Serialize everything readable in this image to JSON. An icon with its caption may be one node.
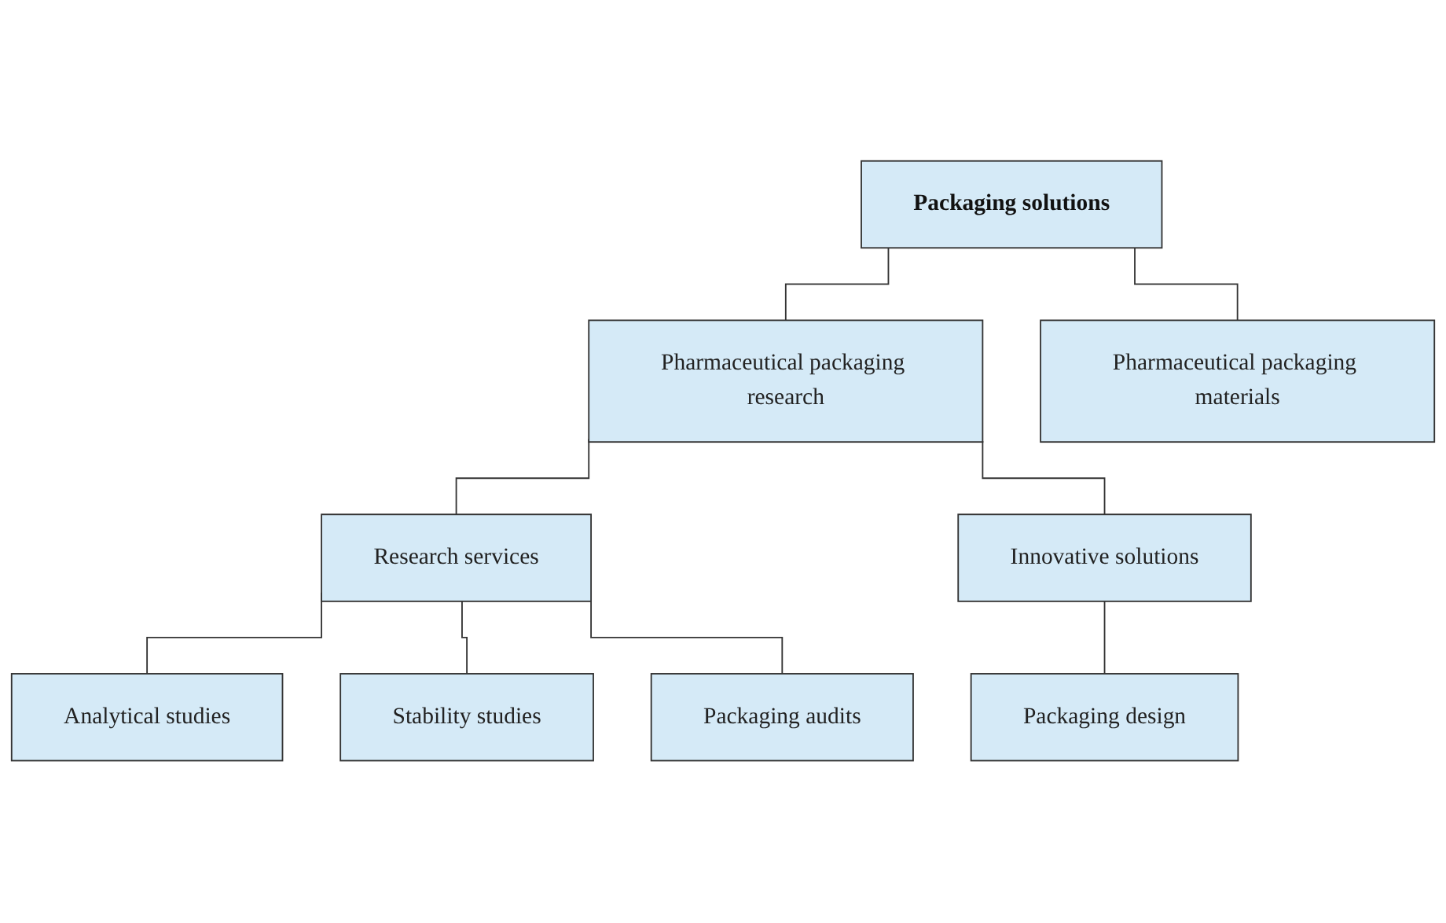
{
  "diagram": {
    "nodes": [
      {
        "text": [
          "Packaging solutions"
        ]
      },
      {
        "text": [
          "Pharmaceutical packaging research"
        ]
      },
      {
        "text": [
          "Pharmaceutical packaging materials"
        ]
      },
      {
        "text": [
          "Research services"
        ]
      },
      {
        "text": [
          "Innovative solutions"
        ]
      },
      {
        "text": [
          "Analytical studies"
        ]
      },
      {
        "text": [
          "Stability studies"
        ]
      },
      {
        "text": [
          "Packaging audits"
        ]
      },
      {
        "text": [
          "Packaging design"
        ]
      }
    ],
    "edges": [
      {
        "from": 0,
        "to": 1,
        "arrow": "none"
      },
      {
        "from": 0,
        "to": 2,
        "arrow": "none"
      },
      {
        "from": 1,
        "to": 3,
        "arrow": "none"
      },
      {
        "from": 1,
        "to": 4,
        "arrow": "none"
      },
      {
        "from": 3,
        "to": 5,
        "arrow": "none"
      },
      {
        "from": 3,
        "to": 6,
        "arrow": "none"
      },
      {
        "from": 3,
        "to": 7,
        "arrow": "none"
      },
      {
        "from": 4,
        "to": 8,
        "arrow": "none"
      }
    ]
  }
}
